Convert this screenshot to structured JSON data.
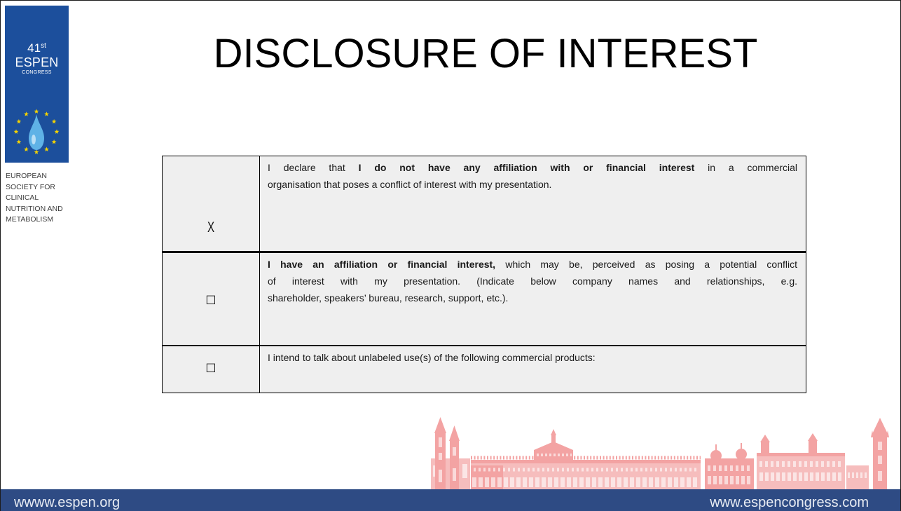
{
  "logo": {
    "congress_number": "41",
    "congress_number_suffix": "st",
    "name": "ESPEN",
    "congress_label": "CONGRESS",
    "society_lines": [
      "EUROPEAN",
      "SOCIETY FOR",
      "CLINICAL",
      "NUTRITION AND",
      "METABOLISM"
    ],
    "emblem_icon": "eu-stars-droplet-icon",
    "panel_color": "#1c4f9c",
    "star_color": "#f5d300",
    "droplet_color": "#5fb2e6"
  },
  "slide": {
    "title": "DISCLOSURE OF INTEREST"
  },
  "disclosure_table": {
    "rows": [
      {
        "mark": "X",
        "lines": [
          [
            "I declare that",
            "I do not have any affiliation with or financial interest",
            "in a commercial"
          ],
          [
            "organisation that poses a conflict of interest with my presentation."
          ]
        ]
      },
      {
        "mark": "☐",
        "lines": [
          [
            "I have an affiliation or financial interest,",
            "which may be, perceived as posing a potential conflict"
          ],
          [
            "of interest with my presentation. (Indicate below company names and relationships, e.g."
          ],
          [
            "shareholder, speakers’ bureau, research, support, etc.)."
          ]
        ]
      },
      {
        "mark": "☐",
        "lines": [
          [
            "I intend to talk about unlabeled use(s) of the following commercial products:"
          ]
        ]
      }
    ]
  },
  "decoration": {
    "skyline_icon": "city-skyline-illustration-icon",
    "skyline_color": "#f3a3a3"
  },
  "footer": {
    "left_url": "wwww.espen.org",
    "right_url": "www.espencongress.com",
    "background_color": "#2e4b84"
  }
}
